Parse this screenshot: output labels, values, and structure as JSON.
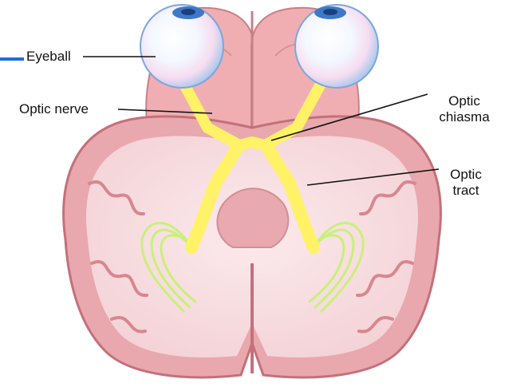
{
  "labels": {
    "eyeball": "Eyeball",
    "optic_nerve": "Optic nerve",
    "optic_chiasma": [
      "Optic",
      "chiasma"
    ],
    "optic_tract": [
      "Optic",
      "tract"
    ]
  },
  "colors": {
    "cortex": "#e9a7ae",
    "cortex_edge": "#c4707a",
    "white_matter": "#f6dde0",
    "frontal_lobe": "#f0aeb3",
    "optic_pathway": "#fff266",
    "optic_radiation": "#c9f07a",
    "eyeball": "#dff0ff",
    "iris": "#3f78c8",
    "accent_bar": "#1f6fd1",
    "leader_line": "#111111"
  }
}
